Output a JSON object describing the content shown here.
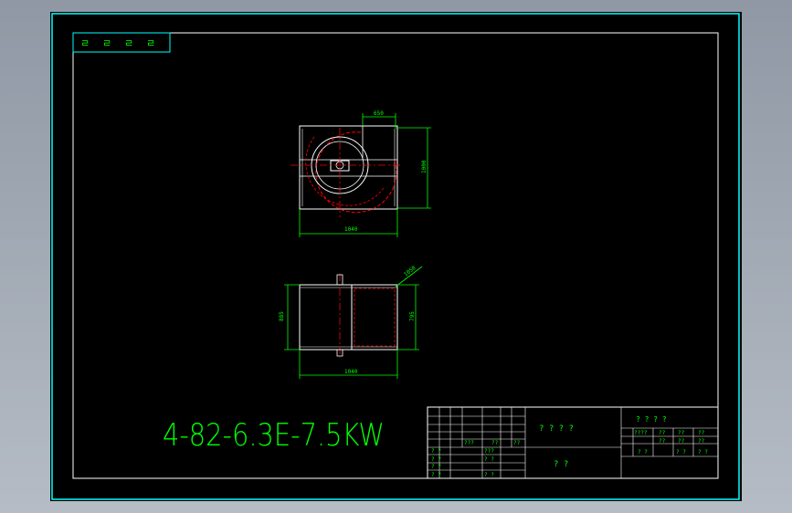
{
  "drawing": {
    "model_title": "4-82-6.3E-7.5KW",
    "corner_stamp": [
      "ㄹ",
      "ㄹ",
      "ㄹ",
      "ㄹ"
    ],
    "dimensions": {
      "top_view_top": "650",
      "top_view_right": "1000",
      "top_view_bottom": "1040",
      "side_view_diag": "1050",
      "side_view_left": "885",
      "side_view_right": "795",
      "side_view_bottom": "1040"
    },
    "title_block": {
      "drawing_name": "? ? ? ?",
      "company": "? ?",
      "right_top": "? ? ? ?",
      "left_rows": [
        [
          "? ?",
          "???",
          "??",
          "??"
        ],
        [
          "? ?",
          "",
          "???",
          ""
        ],
        [
          "? ?",
          "",
          "? ?",
          ""
        ],
        [
          "? ?",
          "",
          "? ?",
          ""
        ]
      ],
      "right_rows": [
        [
          "????",
          "??",
          "??",
          "??"
        ],
        [
          "",
          "??",
          "??",
          "??"
        ],
        [
          "? ?",
          "? ?",
          "",
          "? ?"
        ]
      ]
    }
  },
  "colors": {
    "background": "#000000",
    "outer_frame": "#00ffff",
    "lines": "#ffffff",
    "dimensions": "#00ff00",
    "center_lines": "#ff0000"
  }
}
